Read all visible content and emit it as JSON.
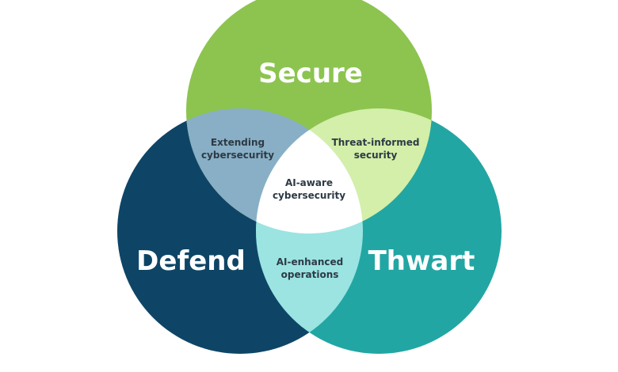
{
  "circles": {
    "secure": {
      "label": "Secure",
      "color": "#8cc44f"
    },
    "defend": {
      "label": "Defend",
      "color": "#0e4566"
    },
    "thwart": {
      "label": "Thwart",
      "color": "#22a6a3"
    }
  },
  "overlaps": {
    "secure_defend": {
      "line1": "Extending",
      "line2": "cybersecurity",
      "color": "#88afc5"
    },
    "secure_thwart": {
      "line1": "Threat-informed",
      "line2": "security",
      "color": "#d3efa9"
    },
    "defend_thwart": {
      "line1": "AI-enhanced",
      "line2": "operations",
      "color": "#9be4e2"
    },
    "center": {
      "line1": "AI-aware",
      "line2": "cybersecurity",
      "color": "#ffffff"
    }
  }
}
